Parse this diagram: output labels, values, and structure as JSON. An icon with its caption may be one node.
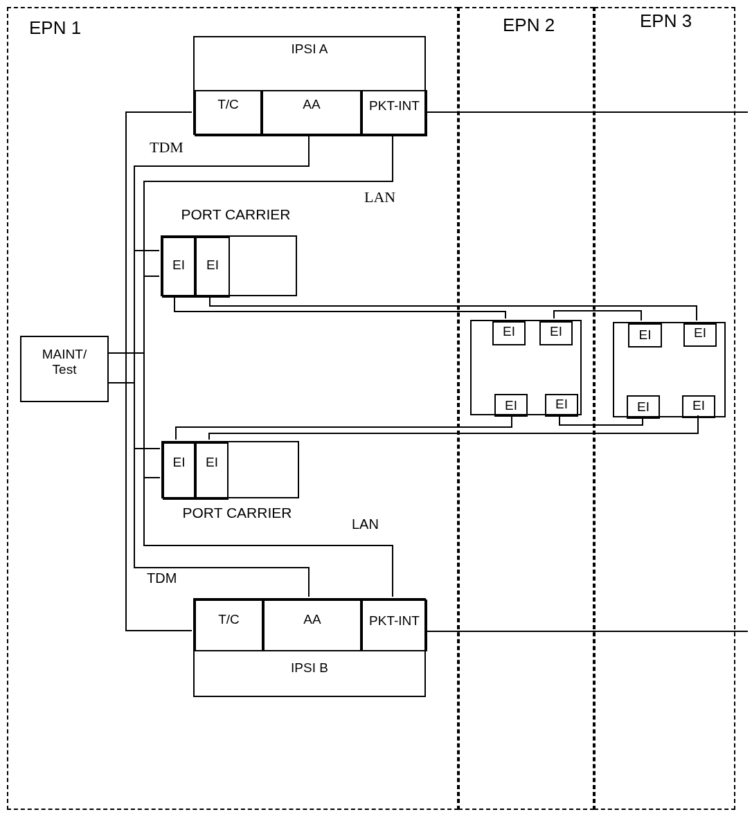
{
  "diagram": {
    "nodes": [
      {
        "text": [
          "EPN 1"
        ]
      },
      {
        "text": [
          "EPN 2"
        ]
      },
      {
        "text": [
          "EPN 3"
        ]
      },
      {
        "text": [
          "IPSI A"
        ],
        "in": 0
      },
      {
        "text": [
          "T/C"
        ],
        "in": 3
      },
      {
        "text": [
          "AA"
        ],
        "in": 3
      },
      {
        "text": [
          "PKT-INT"
        ],
        "in": 3
      },
      {
        "text": [
          "PORT CARRIER"
        ],
        "in": 0
      },
      {
        "text": [
          "EI"
        ],
        "in": 7
      },
      {
        "text": [
          "EI"
        ],
        "in": 7
      },
      {
        "text": [
          "MAINT/ Test"
        ],
        "in": 0
      },
      {
        "text": [],
        "shape": "box",
        "in": 1
      },
      {
        "text": [
          "EI"
        ],
        "in": 11
      },
      {
        "text": [
          "EI"
        ],
        "in": 11
      },
      {
        "text": [
          "EI"
        ],
        "in": 11
      },
      {
        "text": [
          "EI"
        ],
        "in": 11
      },
      {
        "text": [],
        "shape": "box",
        "in": 2
      },
      {
        "text": [
          "EI"
        ],
        "in": 16
      },
      {
        "text": [
          "EI"
        ],
        "in": 16
      },
      {
        "text": [
          "EI"
        ],
        "in": 16
      },
      {
        "text": [
          "EI"
        ],
        "in": 16
      },
      {
        "text": [
          "PORT CARRIER"
        ],
        "in": 0
      },
      {
        "text": [
          "EI"
        ],
        "in": 21
      },
      {
        "text": [
          "EI"
        ],
        "in": 21
      },
      {
        "text": [
          "IPSI B"
        ],
        "in": 0
      },
      {
        "text": [
          "T/C"
        ],
        "in": 24
      },
      {
        "text": [
          "AA"
        ],
        "in": 24
      },
      {
        "text": [
          "PKT-INT"
        ],
        "in": 24
      }
    ],
    "edges": [
      {
        "from": 4,
        "to": 25,
        "arrow": "none"
      },
      {
        "from": 5,
        "to": 26,
        "arrow": "none"
      },
      {
        "from": 6,
        "to": 27,
        "arrow": "none"
      },
      {
        "from": 6,
        "to": null,
        "arrow": "none"
      },
      {
        "from": 27,
        "to": null,
        "arrow": "none"
      },
      {
        "from": 8,
        "to": 5,
        "arrow": "none"
      },
      {
        "from": 8,
        "to": 6,
        "arrow": "none"
      },
      {
        "from": 22,
        "to": 26,
        "arrow": "none"
      },
      {
        "from": 22,
        "to": 27,
        "arrow": "none"
      },
      {
        "from": 10,
        "to": 6,
        "arrow": "none"
      },
      {
        "from": 10,
        "to": 5,
        "arrow": "none"
      },
      {
        "from": 8,
        "to": 12,
        "arrow": "none"
      },
      {
        "from": 9,
        "to": 18,
        "arrow": "none"
      },
      {
        "from": 13,
        "to": 17,
        "arrow": "none"
      },
      {
        "from": 22,
        "to": 14,
        "arrow": "none"
      },
      {
        "from": 15,
        "to": 19,
        "arrow": "none"
      },
      {
        "from": 23,
        "to": 20,
        "arrow": "none"
      }
    ],
    "labels": [
      "TDM",
      "LAN",
      "LAN",
      "TDM"
    ]
  }
}
